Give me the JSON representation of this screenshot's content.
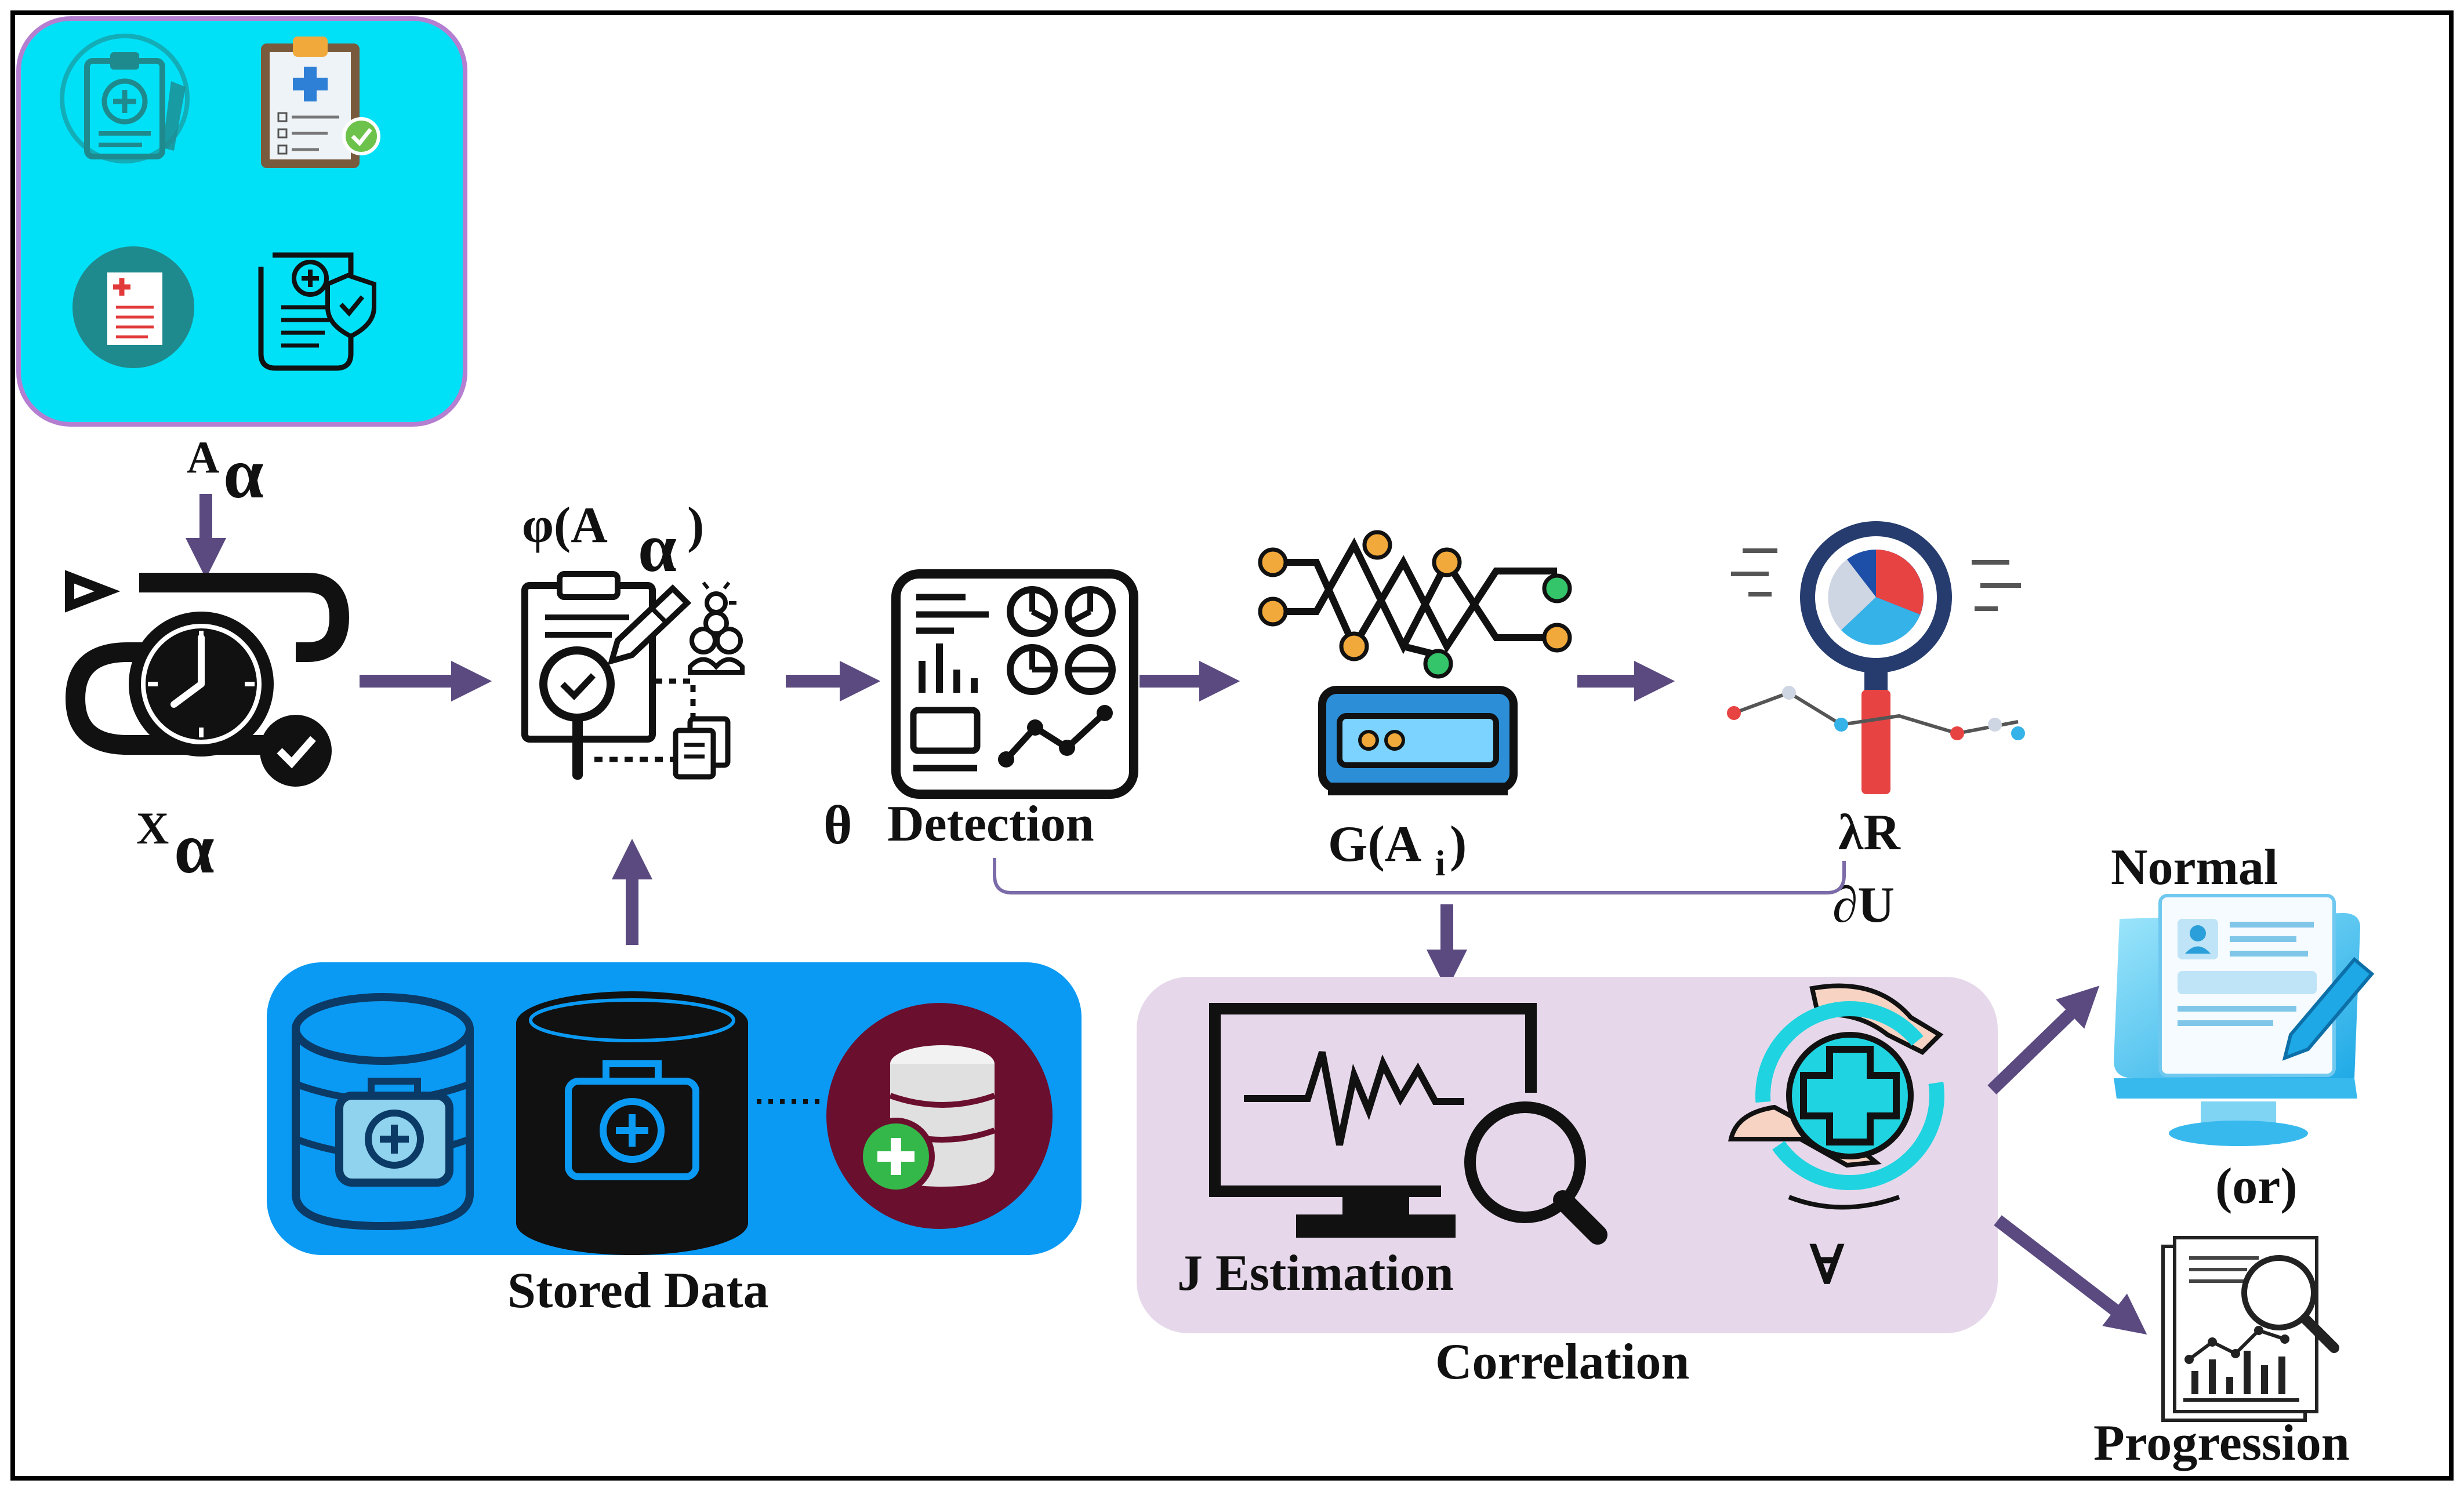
{
  "labels": {
    "a_alpha_base": "A",
    "a_alpha_sub": "α",
    "x_alpha_base": "X",
    "x_alpha_sub": "α",
    "phi_label_main": "φ(A",
    "phi_label_sub": "α",
    "phi_label_close": ")",
    "theta": "θ",
    "detection": "Detection",
    "g_label_main": "G(A",
    "g_label_sub": "i",
    "g_label_close": ")",
    "lambda_r": "λR",
    "partial_u": "∂U",
    "stored_data": "Stored Data",
    "j_estimation": "J Estimation",
    "forall": "∀",
    "correlation": "Correlation",
    "normal": "Normal",
    "or": "(or)",
    "progression": "Progression"
  },
  "colors": {
    "arrow": "#5a4a80",
    "cyan_panel": "#00e1f8",
    "cyan_panel_border": "#b47fd0",
    "stored_panel": "#0a9af4",
    "correlation_panel": "#e6d8ea",
    "teal_icon": "#1f8a8e",
    "dark_icon": "#111111",
    "bracket": "#7b6ba8"
  },
  "icons": {
    "top_panel": [
      "clipboard-medical-icon",
      "medical-checklist-icon",
      "medical-report-icon",
      "insurance-scroll-icon"
    ],
    "pipeline": [
      "clock-cycle-icon",
      "clipboard-analysis-icon",
      "dashboard-charts-icon",
      "neural-network-device-icon",
      "magnifier-pie-chart-icon"
    ],
    "stored": [
      "database-medkit-icon",
      "server-medkit-icon",
      "medical-database-icon"
    ],
    "correlation": [
      "monitor-heartbeat-search-icon",
      "hands-medical-cross-icon"
    ],
    "outputs": [
      "computer-report-icon",
      "progress-report-icon"
    ]
  }
}
